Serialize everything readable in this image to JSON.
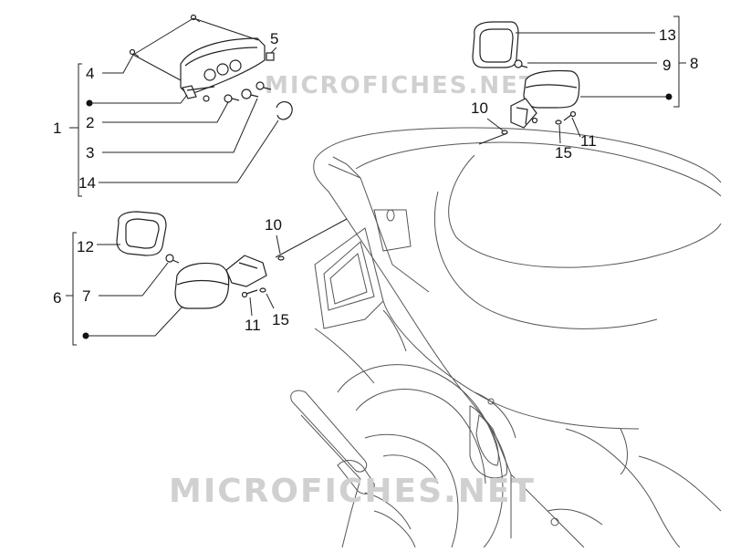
{
  "watermark": {
    "top_text": "MICROFICHES.NET",
    "bottom_text": "MICROFICHES.NET",
    "color": "#c8c8c8"
  },
  "callouts": {
    "c1": "1",
    "c2": "2",
    "c3": "3",
    "c4": "4",
    "c5": "5",
    "c6": "6",
    "c7": "7",
    "c8": "8",
    "c9": "9",
    "c10_top": "10",
    "c10_left": "10",
    "c11_top": "11",
    "c11_left": "11",
    "c12": "12",
    "c13": "13",
    "c14": "14",
    "c15_top": "15",
    "c15_left": "15"
  },
  "colors": {
    "line": "#222222",
    "background": "#ffffff"
  }
}
